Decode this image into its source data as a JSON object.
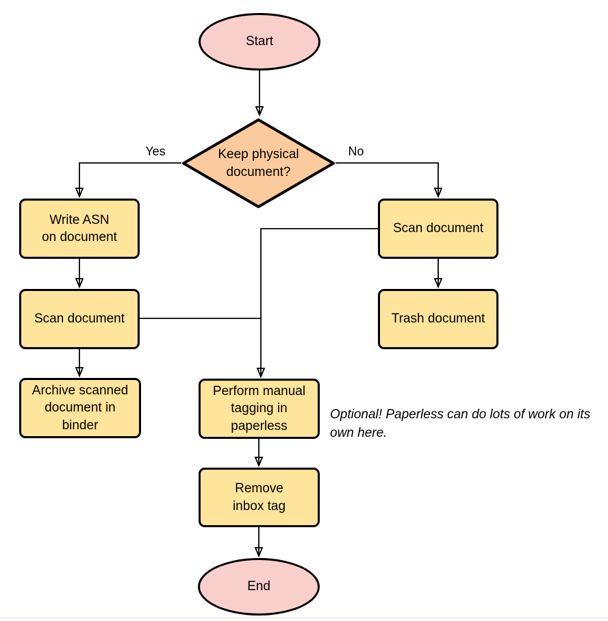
{
  "colors": {
    "terminal": "#F9CFCC",
    "decision": "#FCCB9D",
    "process": "#FFE49B",
    "stroke": "#000000",
    "edge": "#000000",
    "text": "#000000",
    "page-edge": "#F3EDE2"
  },
  "nodes": {
    "start": "Start",
    "decision": "Keep physical\ndocument?",
    "write_asn": "Write ASN\non document",
    "scan_left": "Scan document",
    "archive": "Archive scanned\ndocument in\nbinder",
    "scan_right": "Scan document",
    "trash": "Trash document",
    "tagging": "Perform manual\ntagging in\npaperless",
    "remove_inbox": "Remove\ninbox tag",
    "end": "End"
  },
  "edges": {
    "yes_label": "Yes",
    "no_label": "No"
  },
  "note": {
    "text": "Optional! Paperless can do lots of work on its own here."
  }
}
